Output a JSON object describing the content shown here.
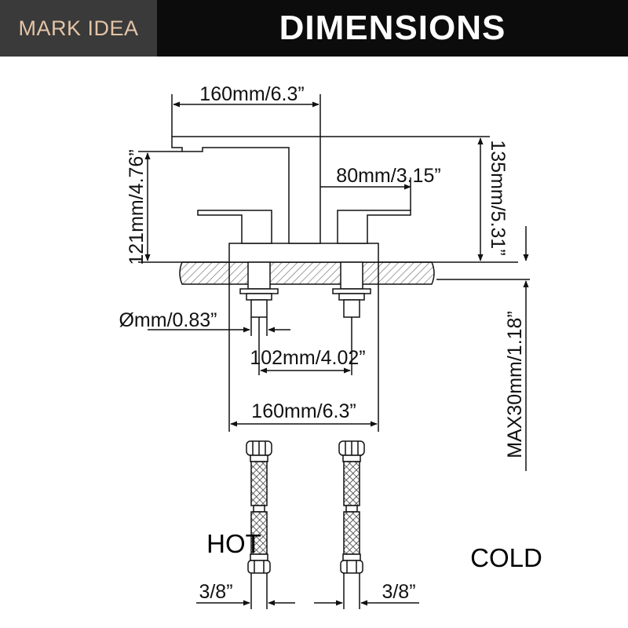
{
  "header": {
    "brand": "MARK IDEA",
    "title": "DIMENSIONS"
  },
  "dimensions": {
    "spout_width": "160mm/6.3”",
    "spout_height": "121mm/4.76”",
    "handle_width": "80mm/3.15”",
    "total_height": "135mm/5.31”",
    "inlet_diameter": "Ømm/0.83”",
    "center_spacing": "102mm/4.02”",
    "base_width": "160mm/6.3”",
    "max_deck_thickness": "MAX30mm/1.18”",
    "hot_connector": "3/8”",
    "cold_connector": "3/8”"
  },
  "labels": {
    "hot": "HOT",
    "cold": "COLD"
  },
  "colors": {
    "header_bg": "#0c0c0c",
    "brand_bg": "#3a3a3a",
    "brand_text": "#e3c4a6",
    "title_text": "#ffffff",
    "line": "#111111"
  }
}
